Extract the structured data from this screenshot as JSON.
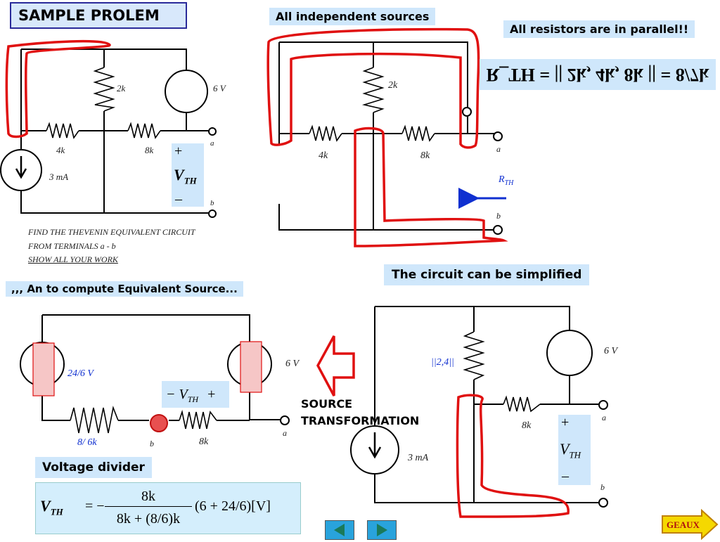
{
  "title": "SAMPLE  PROLEM",
  "labels": {
    "independent_sources": "All independent sources",
    "all_parallel": "All resistors are in parallel!!",
    "rth_mirrored": "R_TH = || 2k, 4k, 8k || = 8/7k",
    "simplified": "The circuit can be simplified",
    "compute_equiv": ",,, An to compute Equivalent Source...",
    "voltage_divider": "Voltage divider",
    "source_transformation_1": "SOURCE",
    "source_transformation_2": "TRANSFORMATION"
  },
  "instructions": {
    "line1": "FIND THE      THEVENIN      EQUIVALENT CIRCUIT",
    "line2": "FROM TERMINALS a - b",
    "line3": "SHOW ALL YOUR WORK"
  },
  "circuit1": {
    "r_2k": "2k",
    "r_4k": "4k",
    "r_8k": "8k",
    "v_source": "6 V",
    "i_source": "3  mA",
    "term_a": "a",
    "term_b": "b",
    "plus": "+",
    "minus": "–",
    "vth": "V",
    "vth_sub": "TH"
  },
  "circuit2": {
    "r_2k": "2k",
    "r_4k": "4k",
    "r_8k": "8k",
    "term_a": "a",
    "term_b": "b",
    "rth": "R",
    "rth_sub": "TH"
  },
  "circuit3": {
    "v_src1": "24/6 V",
    "v_src2": "6 V",
    "r_86k": "8/ 6k",
    "r_8k": "8k",
    "node_b": "b",
    "term_a": "a",
    "vth_expr": "− V",
    "vth_sub": "TH",
    "vth_plus": "+"
  },
  "circuit4": {
    "r_par": "||2,4||",
    "v_source": "6 V",
    "r_8k": "8k",
    "i_source": "3  mA",
    "term_a": "a",
    "term_b": "b",
    "plus": "+",
    "minus": "–",
    "vth": "V",
    "vth_sub": "TH"
  },
  "formula": {
    "lhs": "V",
    "lhs_sub": "TH",
    "eq": "= −",
    "num": "8k",
    "den": "8k + (8/6)k",
    "tail": "(6 + 24/6)[V]"
  },
  "nav": {
    "geaux": "GEAUX",
    "prev_icon": "triangle-left",
    "next_icon": "triangle-right"
  },
  "colors": {
    "label_bg": "#cfe7fb",
    "annotation_red": "#e01010",
    "arrow_blue": "#1030d0",
    "nav_blue": "#29a3dc",
    "geaux_yellow": "#f5d800"
  }
}
